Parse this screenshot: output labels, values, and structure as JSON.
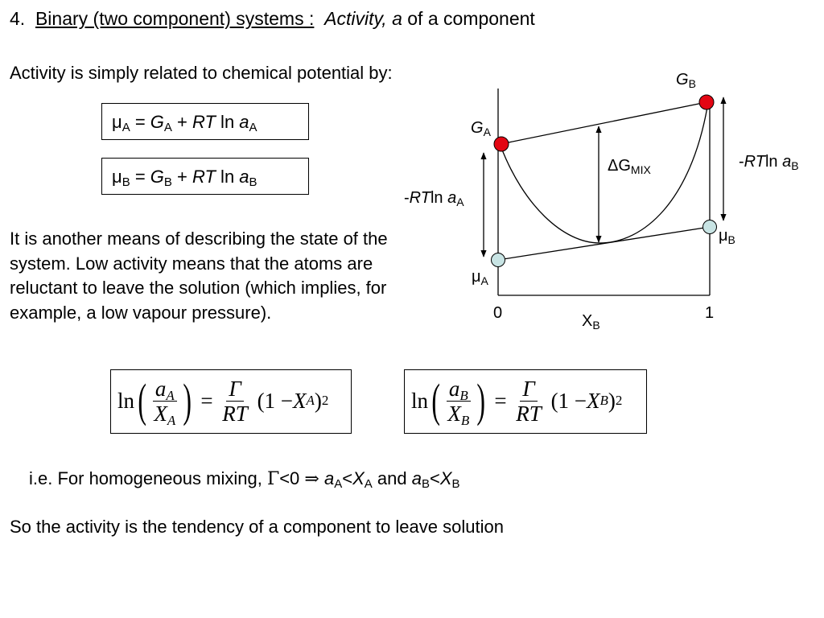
{
  "slide": {
    "title_number": "4.",
    "title_underlined": "Binary (two component) systems :",
    "title_italic": "Activity, a",
    "title_rest": "of a component",
    "intro": "Activity is simply related to chemical potential by:",
    "eq_a": {
      "mu": "μ",
      "mu_sub": "A",
      "eq": " = ",
      "g": "G",
      "g_sub": "A",
      "plus": " + ",
      "rt": "RT",
      "ln": " ln ",
      "a": "a",
      "a_sub": "A"
    },
    "eq_b": {
      "mu": "μ",
      "mu_sub": "B",
      "eq": " = ",
      "g": "G",
      "g_sub": "B",
      "plus": " + ",
      "rt": "RT",
      "ln": " ln ",
      "a": "a",
      "a_sub": "B"
    },
    "paragraph": "It is another means of describing the state of the system.  Low activity means that the atoms are reluctant to leave the solution (which implies, for example, a low vapour pressure).",
    "formula_a": {
      "ln": "ln",
      "num": "a",
      "num_sub": "A",
      "den": "X",
      "den_sub": "A",
      "eq": "=",
      "fnum": "Γ",
      "fden": "RT",
      "paren_open": "(1 − ",
      "x": "X",
      "x_sub": "A",
      "paren_close": ")",
      "exp": "2"
    },
    "formula_b": {
      "ln": "ln",
      "num": "a",
      "num_sub": "B",
      "den": "X",
      "den_sub": "B",
      "eq": "=",
      "fnum": "Γ",
      "fden": "RT",
      "paren_open": "(1 − ",
      "x": "X",
      "x_sub": "B",
      "paren_close": ")",
      "exp": "2"
    },
    "ie_line": {
      "prefix": "i.e. For homogeneous mixing, ",
      "gamma": "Γ",
      "cond": "<0  ",
      "implies": "⇒",
      "a1": "a",
      "a1_sub": "A",
      "lt1": "<",
      "x1": "X",
      "x1_sub": "A",
      "and": " and ",
      "a2": "a",
      "a2_sub": "B",
      "lt2": "<",
      "x2": "X",
      "x2_sub": "B"
    },
    "conclusion": "So the activity is the tendency of a component to leave solution"
  },
  "diagram": {
    "label_gb": "G",
    "label_gb_sub": "B",
    "label_ga": "G",
    "label_ga_sub": "A",
    "label_dg": "ΔG",
    "label_dg_sub": "MIX",
    "label_rtb_dash": "-",
    "label_rtb_rt": "RT",
    "label_rtb_ln": "ln ",
    "label_rtb_a": "a",
    "label_rtb_sub": "B",
    "label_rta_dash": "-",
    "label_rta_rt": "RT",
    "label_rta_ln": "ln ",
    "label_rta_a": "a",
    "label_rta_sub": "A",
    "label_mub": "μ",
    "label_mub_sub": "B",
    "label_mua": "μ",
    "label_mua_sub": "A",
    "tick_0": "0",
    "tick_1": "1",
    "xlabel": "X",
    "xlabel_sub": "B",
    "colors": {
      "g_point": "#e30613",
      "mu_point": "#c8e4e4",
      "line": "#000000"
    }
  }
}
